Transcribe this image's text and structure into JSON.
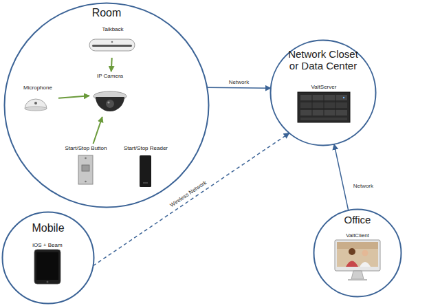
{
  "diagram": {
    "nodes": [
      {
        "text": [
          "Room"
        ]
      },
      {
        "text": [
          "Talkback"
        ],
        "in": 0
      },
      {
        "text": [
          "Microphone"
        ],
        "in": 0
      },
      {
        "text": [
          "IP Camera"
        ],
        "in": 0
      },
      {
        "text": [
          "Start/Stop Button"
        ],
        "in": 0
      },
      {
        "text": [
          "Start/Stop Reader"
        ],
        "in": 0
      },
      {
        "text": [
          "Network Closet or Data Center"
        ]
      },
      {
        "text": [
          "ValtServer"
        ],
        "in": 6
      },
      {
        "text": [
          "Mobile"
        ]
      },
      {
        "text": [
          "iOS + Beam"
        ],
        "in": 8
      },
      {
        "text": [
          "Office"
        ]
      },
      {
        "text": [
          "ValtClient"
        ],
        "in": 10
      }
    ],
    "edges": [
      {
        "from": 1,
        "to": 3,
        "arrow": "to"
      },
      {
        "from": 2,
        "to": 3,
        "arrow": "to"
      },
      {
        "from": 4,
        "to": 3,
        "arrow": "to"
      },
      {
        "from": 0,
        "to": 6,
        "label": "Network",
        "arrow": "to"
      },
      {
        "from": 8,
        "to": 6,
        "label": "Wireless Network",
        "arrow": "to"
      },
      {
        "from": 10,
        "to": 6,
        "label": "Network",
        "arrow": "to"
      }
    ]
  }
}
